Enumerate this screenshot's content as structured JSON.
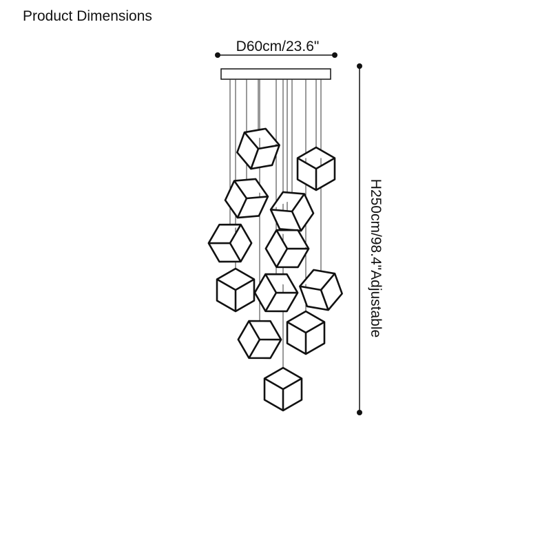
{
  "title": "Product Dimensions",
  "diameter_label": "D60cm/23.6\"",
  "height_label": "H250cm/98.4\"Adjustable",
  "cube_count": 12
}
